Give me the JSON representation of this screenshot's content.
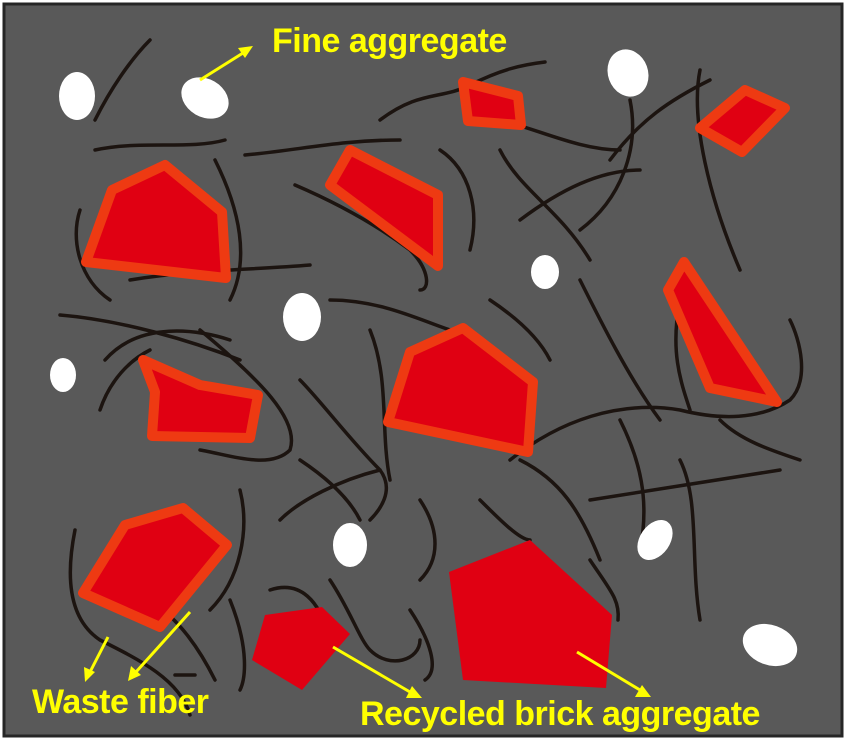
{
  "labels": {
    "fine_aggregate": "Fine aggregate",
    "waste_fiber": "Waste fiber",
    "recycled_brick_aggregate": "Recycled brick aggregate"
  },
  "colors": {
    "matrix": "#595959",
    "brick_fill": "#e00012",
    "brick_edge": "#ee3a12",
    "fine_aggregate": "#ffffff",
    "fiber": "#1c1410",
    "annotation": "#ffff00"
  }
}
